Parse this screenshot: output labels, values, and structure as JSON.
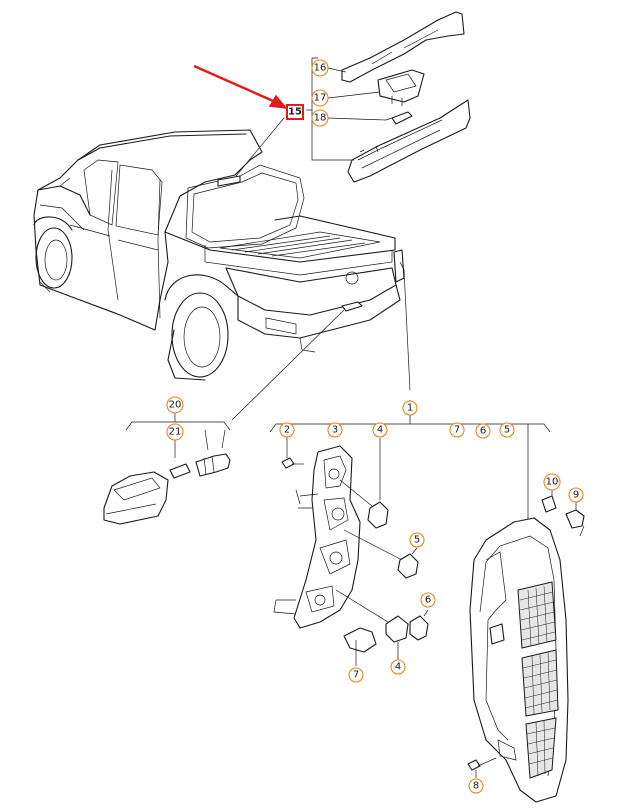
{
  "diagram": {
    "colors": {
      "accent_arrow": "#e11a1a",
      "callout_ring": "#e08a20",
      "line": "#1a1a1a"
    },
    "highlighted_part": "15",
    "callouts": {
      "c15": "15",
      "c16": "16",
      "c17": "17",
      "c18": "18",
      "c20": "20",
      "c21": "21",
      "c1": "1",
      "c2": "2",
      "c3": "3",
      "c4a": "4",
      "c4b": "4",
      "c5a": "5",
      "c5b": "5",
      "c6a": "6",
      "c6b": "6",
      "c7a": "7",
      "c7b": "7",
      "c8": "8",
      "c9": "9",
      "c10": "10"
    }
  }
}
